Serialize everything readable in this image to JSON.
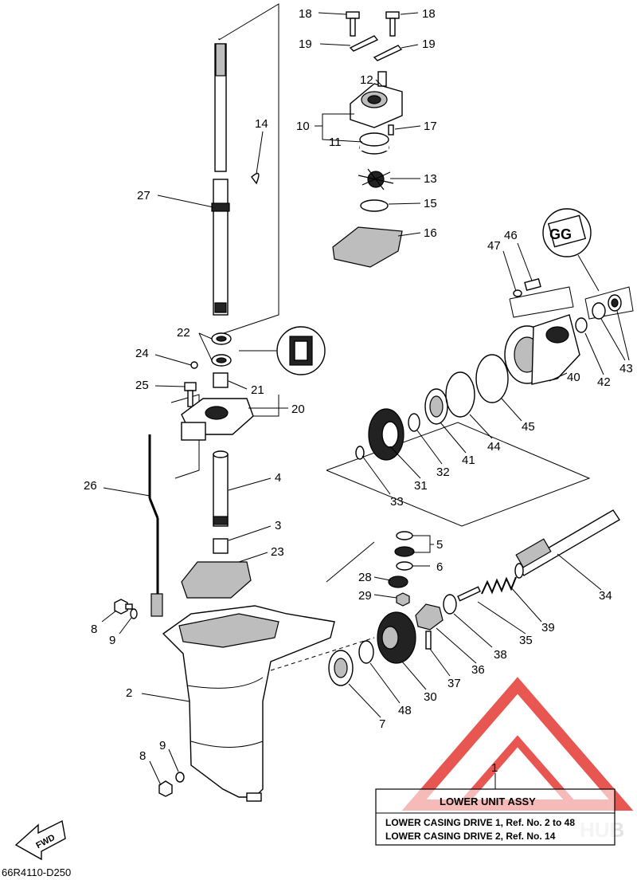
{
  "diagram_code": "66R4110-D250",
  "direction_label": "FWD",
  "watermark_text": "HUB",
  "info_box": {
    "ref": "1",
    "title": "LOWER UNIT ASSY",
    "rows": [
      "LOWER CASING DRIVE 1,  Ref. No. 2 to 48",
      "LOWER CASING DRIVE 2,  Ref. No. 14"
    ]
  },
  "labels": {
    "p2": "2",
    "p3": "3",
    "p4": "4",
    "p5": "5",
    "p6": "6",
    "p7": "7",
    "p8a": "8",
    "p8b": "8",
    "p9a": "9",
    "p9b": "9",
    "p10": "10",
    "p11": "11",
    "p12": "12",
    "p13": "13",
    "p14": "14",
    "p15": "15",
    "p16": "16",
    "p17": "17",
    "p18a": "18",
    "p18b": "18",
    "p19a": "19",
    "p19b": "19",
    "p20": "20",
    "p21": "21",
    "p22": "22",
    "p23": "23",
    "p24": "24",
    "p25": "25",
    "p26": "26",
    "p27": "27",
    "p28": "28",
    "p29": "29",
    "p30": "30",
    "p31": "31",
    "p32": "32",
    "p33": "33",
    "p34": "34",
    "p35": "35",
    "p36": "36",
    "p37": "37",
    "p38": "38",
    "p39": "39",
    "p40": "40",
    "p41": "41",
    "p42": "42",
    "p43": "43",
    "p44": "44",
    "p45": "45",
    "p46": "46",
    "p47": "47",
    "p48": "48"
  },
  "colors": {
    "watermark": "#e53935",
    "ink": "#000000"
  }
}
